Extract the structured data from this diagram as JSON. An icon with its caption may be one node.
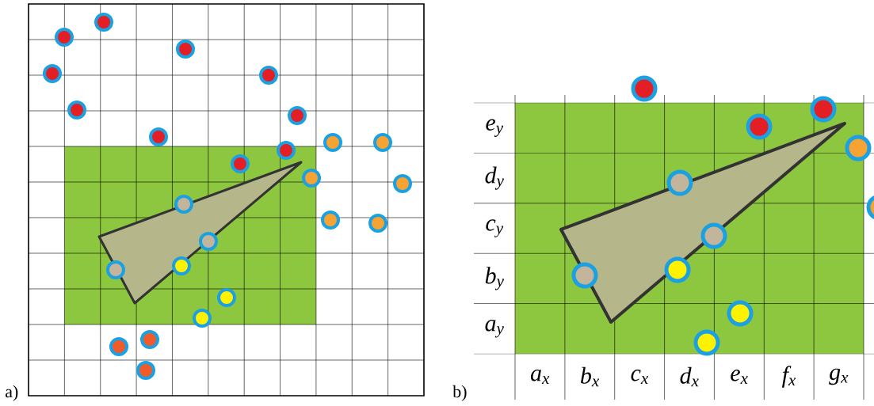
{
  "diagram": {
    "labels": [
      "e$_{y}$",
      "d$_{y}$",
      "c$_{y}$",
      "b$_{y}$",
      "a$_{y}$",
      "a)",
      "b)",
      "a$_{x}$",
      "b$_{x}$",
      "c$_{x}$",
      "d$_{x}$",
      "e$_{x}$",
      "f$_{x}$",
      "g$_{x}$"
    ]
  }
}
